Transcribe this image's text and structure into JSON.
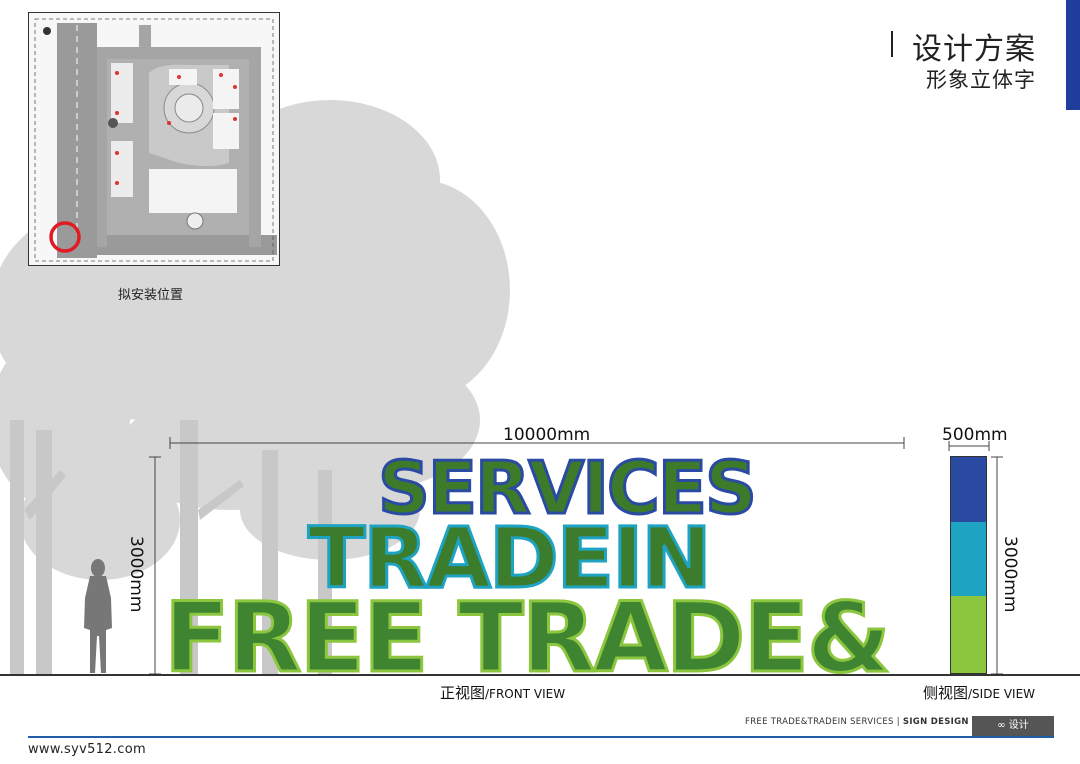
{
  "header": {
    "title": "设计方案",
    "subtitle": "形象立体字"
  },
  "site_map": {
    "caption": "拟安装位置"
  },
  "dimensions": {
    "front_width": "10000mm",
    "front_height": "3000mm",
    "side_width": "500mm",
    "side_height": "3000mm"
  },
  "signage": {
    "line1": "SERVICES",
    "line2": "TRADEIN",
    "line3": "FREE TRADE&"
  },
  "views": {
    "front_cn": "正视图",
    "front_en": "/FRONT VIEW",
    "side_cn": "侧视图",
    "side_en": "/SIDE VIEW"
  },
  "side_block_colors": [
    "#2b4aa2",
    "#1fa3c2",
    "#8cc63e"
  ],
  "colors": {
    "accent_blue": "#1f3e9c",
    "footer_line": "#1f5fa8",
    "grass_green": "#3d7a2a",
    "tree_gray": "#d7d7d7"
  },
  "footer": {
    "tagline": "FREE TRADE&TRADEIN SERVICES |",
    "tagline_bold": "SIGN DESIGN",
    "logo": "∞ 设计",
    "website": "www.syv512.com"
  }
}
